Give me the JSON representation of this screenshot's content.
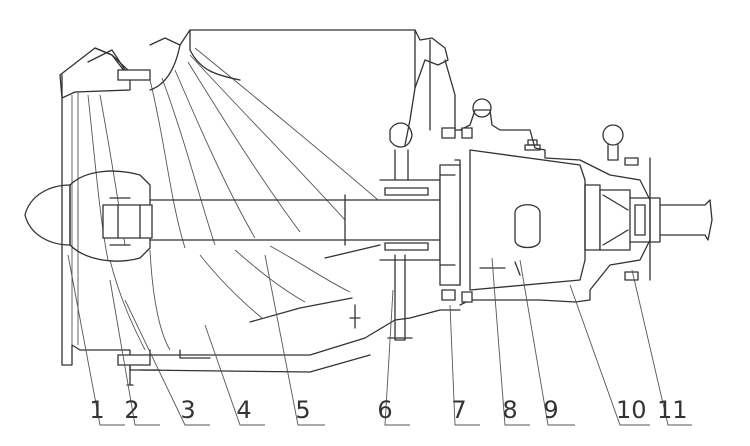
{
  "diagram": {
    "callouts": [
      {
        "label": "1"
      },
      {
        "label": "2"
      },
      {
        "label": "3"
      },
      {
        "label": "4"
      },
      {
        "label": "5"
      },
      {
        "label": "6"
      },
      {
        "label": "7"
      },
      {
        "label": "8"
      },
      {
        "label": "9"
      },
      {
        "label": "10"
      },
      {
        "label": "11"
      }
    ]
  }
}
